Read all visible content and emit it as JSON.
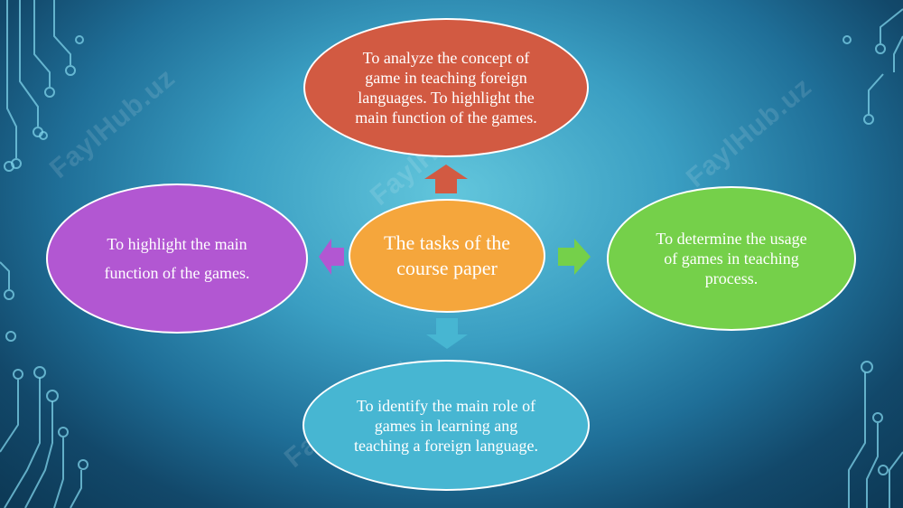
{
  "diagram": {
    "center": {
      "text": "The tasks of the course paper",
      "color": "#f5a63c"
    },
    "top": {
      "text": "To analyze the concept of game in teaching foreign languages. To highlight the main function of the games.",
      "color": "#d25a42"
    },
    "left": {
      "text": "To highlight the main function of the games.",
      "color": "#b257d2"
    },
    "right": {
      "text": "To determine the usage of games in teaching process.",
      "color": "#75d04a"
    },
    "bottom": {
      "text": "To identify the main role of games in learning ang teaching a foreign language.",
      "color": "#47b6d2"
    }
  },
  "watermark": "FaylHub.uz",
  "arrow_colors": {
    "up": "#d25a42",
    "left": "#b257d2",
    "right": "#75d04a",
    "down": "#47b6d2"
  }
}
